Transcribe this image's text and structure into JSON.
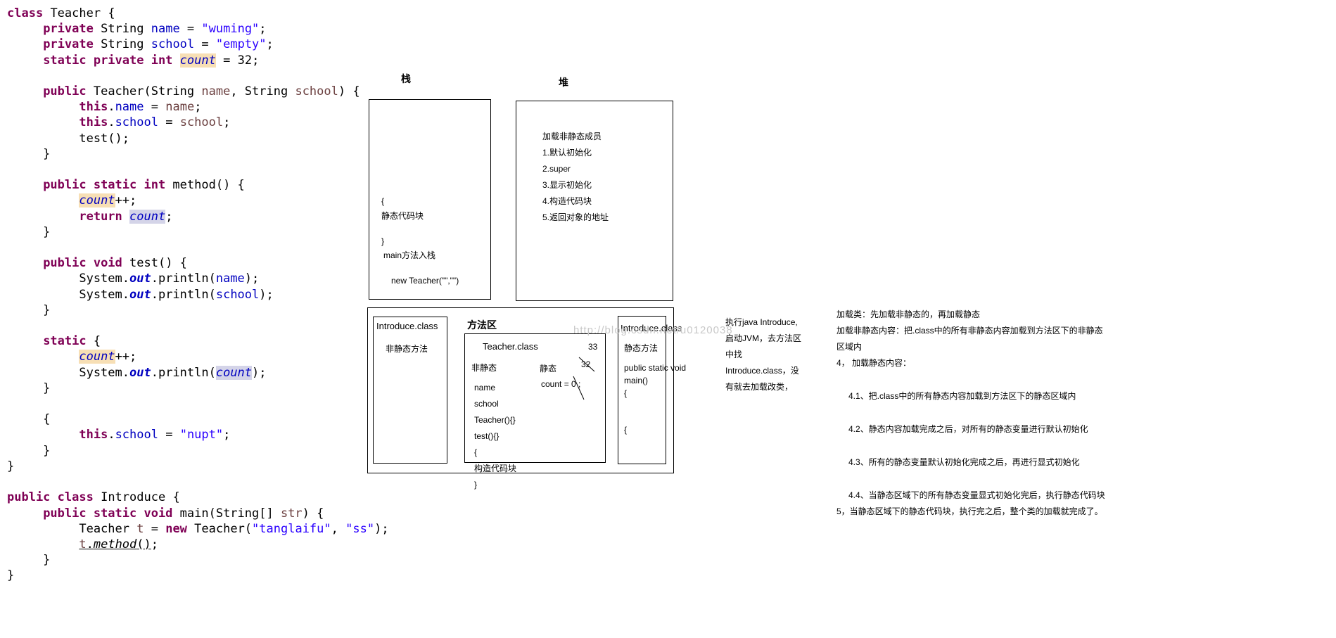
{
  "code": {
    "teacher_class": "Teacher",
    "name_val": "\"wuming\"",
    "school_val": "\"empty\"",
    "count_val": "32",
    "school_assign": "\"nupt\"",
    "introduce_class": "Introduce",
    "arg1": "\"tanglaifu\"",
    "arg2": "\"ss\""
  },
  "stack": {
    "title": "栈",
    "brace_open": "{",
    "static_block": "静态代码块",
    "brace_close": "}",
    "main_push": "main方法入栈",
    "new_teacher": "new Teacher(\"\",\"\")"
  },
  "heap": {
    "title": "堆",
    "lines": [
      "加载非静态成员",
      "1.默认初始化",
      "2.super",
      "3.显示初始化",
      "4.构造代码块",
      "5.返回对象的地址"
    ]
  },
  "method_area": {
    "title": "方法区",
    "intro_left": {
      "title": "Introduce.class",
      "sub": "非静态方法"
    },
    "teacher": {
      "title": "Teacher.class",
      "n33": "33",
      "n32": "32",
      "non_static": "非静态",
      "static": "静态",
      "count": "count = 0 ;",
      "members": [
        "name",
        "school",
        "Teacher(){}",
        "test(){}",
        "{",
        "构造代码块",
        "}"
      ]
    },
    "intro_right": {
      "title": "Introduce.class",
      "sub": "静态方法",
      "main1": "public static void",
      "main2": "main()",
      "brace1": "{",
      "brace2": "{"
    }
  },
  "exec_note": [
    "执行java Introduce,",
    "启动JVM，去方法区",
    "中找",
    "Introduce.class，没",
    "有就去加载改类，"
  ],
  "watermark": "http://blog.csdn.net/u0120038",
  "load_notes": [
    "加载类：先加载非静态的，再加载静态",
    "加载非静态内容：把.class中的所有非静态内容加载到方法区下的非静态",
    "区域内",
    "4， 加载静态内容：",
    "4.1、把.class中的所有静态内容加载到方法区下的静态区域内",
    "4.2、静态内容加载完成之后，对所有的静态变量进行默认初始化",
    "4.3、所有的静态变量默认初始化完成之后，再进行显式初始化",
    "4.4、当静态区域下的所有静态变量显式初始化完后，执行静态代码块",
    "5，当静态区域下的静态代码块，执行完之后，整个类的加载就完成了。"
  ]
}
